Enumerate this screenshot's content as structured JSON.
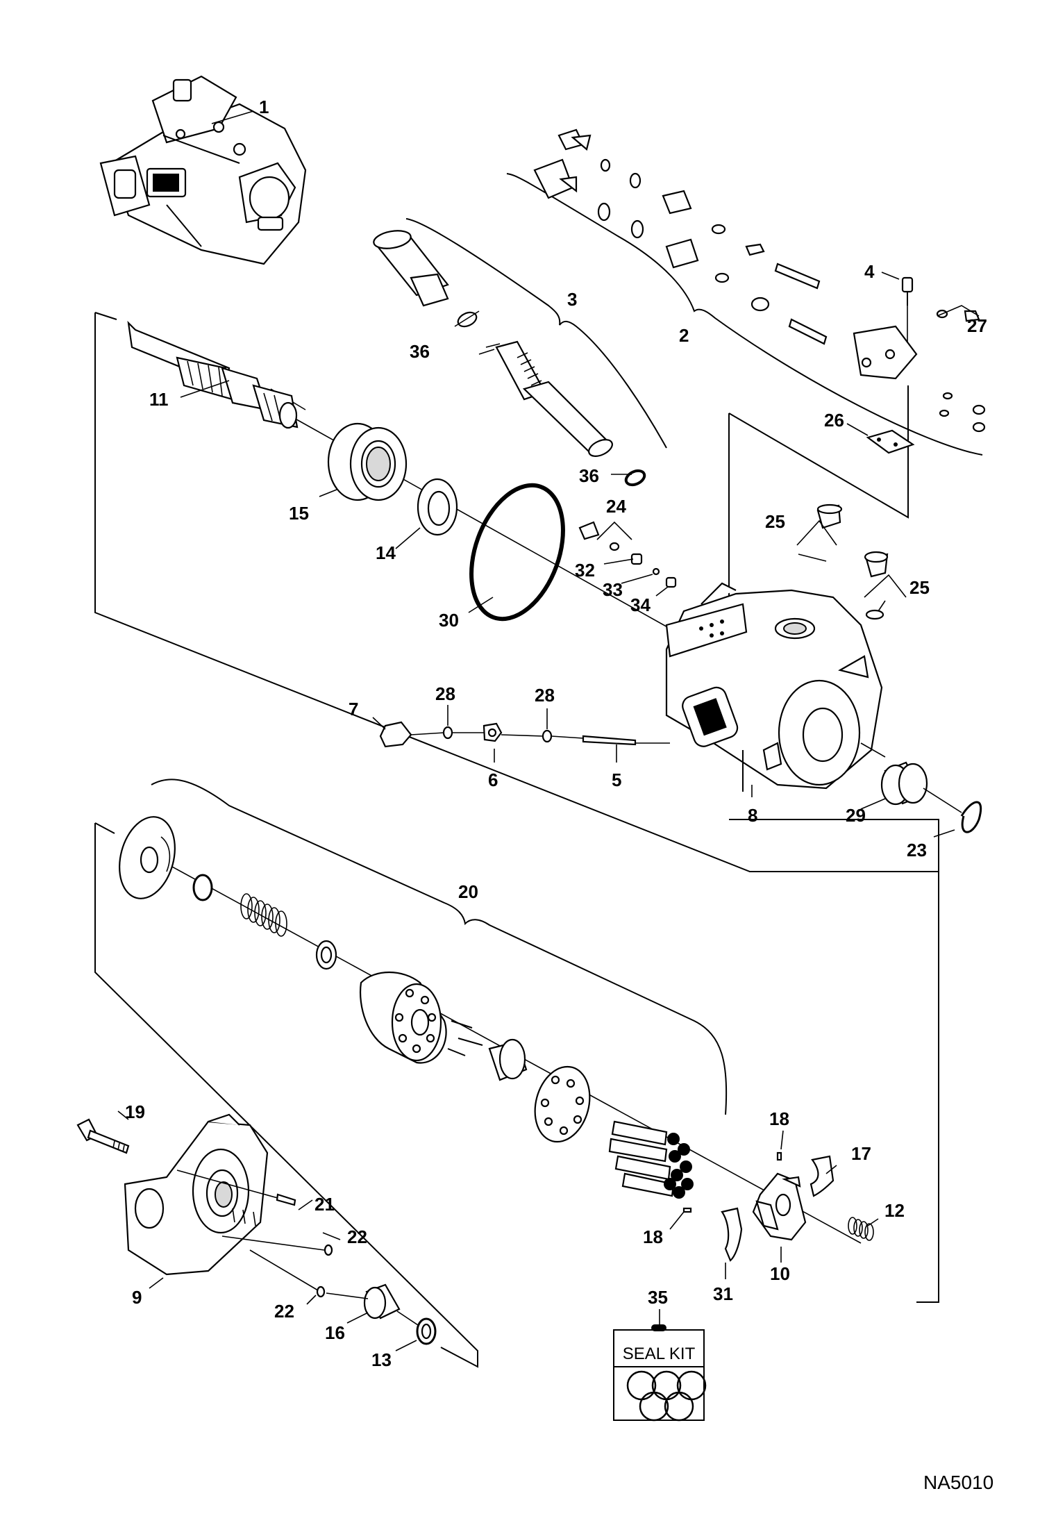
{
  "figure_ref": "NA5010",
  "seal_kit_label": "SEAL KIT",
  "callouts": [
    {
      "id": "c1",
      "label": "1"
    },
    {
      "id": "c2",
      "label": "2"
    },
    {
      "id": "c3",
      "label": "3"
    },
    {
      "id": "c4",
      "label": "4"
    },
    {
      "id": "c5",
      "label": "5"
    },
    {
      "id": "c6",
      "label": "6"
    },
    {
      "id": "c7",
      "label": "7"
    },
    {
      "id": "c8",
      "label": "8"
    },
    {
      "id": "c9",
      "label": "9"
    },
    {
      "id": "c10",
      "label": "10"
    },
    {
      "id": "c11",
      "label": "11"
    },
    {
      "id": "c12",
      "label": "12"
    },
    {
      "id": "c13",
      "label": "13"
    },
    {
      "id": "c14",
      "label": "14"
    },
    {
      "id": "c15",
      "label": "15"
    },
    {
      "id": "c16",
      "label": "16"
    },
    {
      "id": "c17",
      "label": "17"
    },
    {
      "id": "c18a",
      "label": "18"
    },
    {
      "id": "c18b",
      "label": "18"
    },
    {
      "id": "c19",
      "label": "19"
    },
    {
      "id": "c20",
      "label": "20"
    },
    {
      "id": "c21",
      "label": "21"
    },
    {
      "id": "c22a",
      "label": "22"
    },
    {
      "id": "c22b",
      "label": "22"
    },
    {
      "id": "c23",
      "label": "23"
    },
    {
      "id": "c24",
      "label": "24"
    },
    {
      "id": "c25a",
      "label": "25"
    },
    {
      "id": "c25b",
      "label": "25"
    },
    {
      "id": "c26",
      "label": "26"
    },
    {
      "id": "c27",
      "label": "27"
    },
    {
      "id": "c28a",
      "label": "28"
    },
    {
      "id": "c28b",
      "label": "28"
    },
    {
      "id": "c29",
      "label": "29"
    },
    {
      "id": "c30",
      "label": "30"
    },
    {
      "id": "c31",
      "label": "31"
    },
    {
      "id": "c32",
      "label": "32"
    },
    {
      "id": "c33",
      "label": "33"
    },
    {
      "id": "c34",
      "label": "34"
    },
    {
      "id": "c35",
      "label": "35"
    },
    {
      "id": "c36a",
      "label": "36"
    },
    {
      "id": "c36b",
      "label": "36"
    }
  ]
}
